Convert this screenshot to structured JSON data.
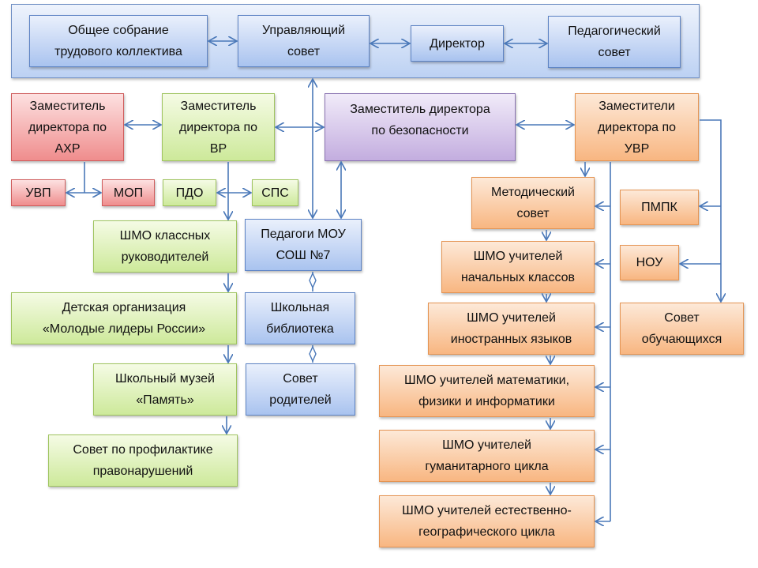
{
  "title": "Структура управления МОУ СОШ №7",
  "top_row": [
    {
      "id": "general_meeting",
      "label": "Общее собрание\nтрудового коллектива"
    },
    {
      "id": "governing_council",
      "label": "Управляющий\nсовет"
    },
    {
      "id": "director",
      "label": "Директор"
    },
    {
      "id": "pedagogical_council",
      "label": "Педагогический\nсовет"
    }
  ],
  "deputies": {
    "ahr": "Заместитель\nдиректора по\nАХР",
    "vr": "Заместитель\nдиректора по\nВР",
    "security": "Заместитель директора\nпо безопасности",
    "uvr": "Заместители\nдиректора по\nУВР"
  },
  "ahr_units": [
    "УВП",
    "МОП"
  ],
  "vr_units": [
    "ПДО",
    "СПС"
  ],
  "vr_chain": [
    "ШМО классных\nруководителей",
    "Детская организация\n«Молодые лидеры России»",
    "Школьный музей\n«Память»",
    "Совет по профилактике\nправонарушений"
  ],
  "center_chain": [
    "Педагоги МОУ\nСОШ №7",
    "Школьная\nбиблиотека",
    "Совет\nродителей"
  ],
  "uvr_chain": [
    "Методический\nсовет",
    "ШМО учителей\nначальных классов",
    "ШМО учителей\nиностранных языков",
    "ШМО учителей математики,\nфизики и информатики",
    "ШМО учителей\nгуманитарного цикла",
    "ШМО учителей естественно-\nгеографического цикла"
  ],
  "uvr_side": [
    "ПМПК",
    "НОУ",
    "Совет\nобучающихся"
  ],
  "colors": {
    "connector": "#4a78b8",
    "governance": "#a9c3ef",
    "ahr": "#ef8d8d",
    "vr": "#cde99a",
    "security": "#c3addf",
    "uvr": "#f8b681"
  }
}
